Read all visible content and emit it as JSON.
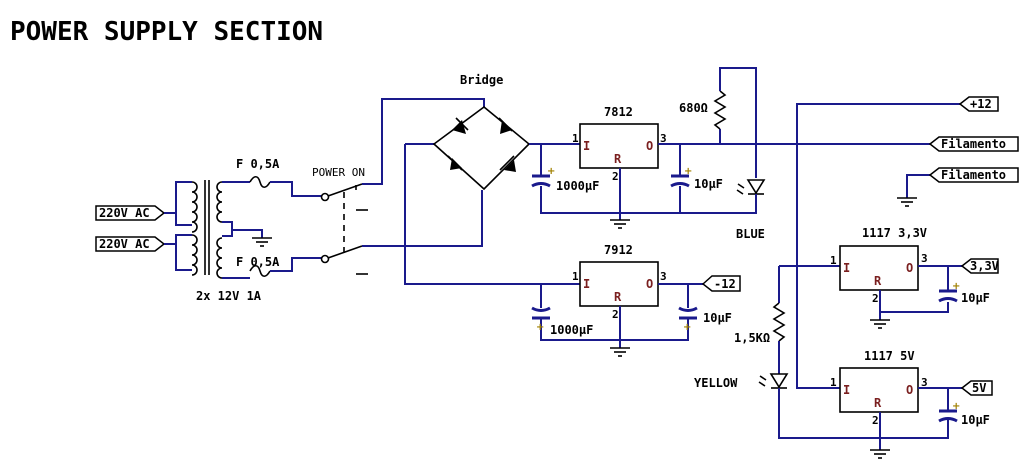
{
  "title": "POWER SUPPLY SECTION",
  "inputs": {
    "ac_top": "220V AC",
    "ac_bottom": "220V AC"
  },
  "transformer": {
    "label": "2x 12V 1A"
  },
  "fuses": {
    "top": "F 0,5A",
    "bottom": "F 0,5A"
  },
  "switch": {
    "label": "POWER ON"
  },
  "bridge": {
    "label": "Bridge"
  },
  "reg_7812": {
    "name": "7812",
    "pin_in": "I",
    "pin_out": "O",
    "pin_gnd": "R",
    "n1": "1",
    "n2": "2",
    "n3": "3"
  },
  "reg_7912": {
    "name": "7912",
    "pin_in": "I",
    "pin_out": "O",
    "pin_gnd": "R",
    "n1": "1",
    "n2": "2",
    "n3": "3"
  },
  "reg_1117_33": {
    "name": "1117 3,3V",
    "pin_in": "I",
    "pin_out": "O",
    "pin_gnd": "R",
    "n1": "1",
    "n2": "2",
    "n3": "3"
  },
  "reg_1117_5": {
    "name": "1117 5V",
    "pin_in": "I",
    "pin_out": "O",
    "pin_gnd": "R",
    "n1": "1",
    "n2": "2",
    "n3": "3"
  },
  "caps": {
    "c1": "1000µF",
    "c2": "10µF",
    "c3": "1000µF",
    "c4": "10µF",
    "c5": "10µF",
    "c6": "10µF"
  },
  "resistors": {
    "r_blue": "680Ω",
    "r_yellow": "1,5KΩ"
  },
  "leds": {
    "blue": "BLUE",
    "yellow": "YELLOW"
  },
  "outputs": {
    "plus12": "+12",
    "filamento1": "Filamento",
    "filamento2": "Filamento",
    "minus12": "-12",
    "v33": "3,3V",
    "v5": "5V"
  },
  "colors": {
    "wire": "#1a1a8c",
    "component": "#000000"
  }
}
